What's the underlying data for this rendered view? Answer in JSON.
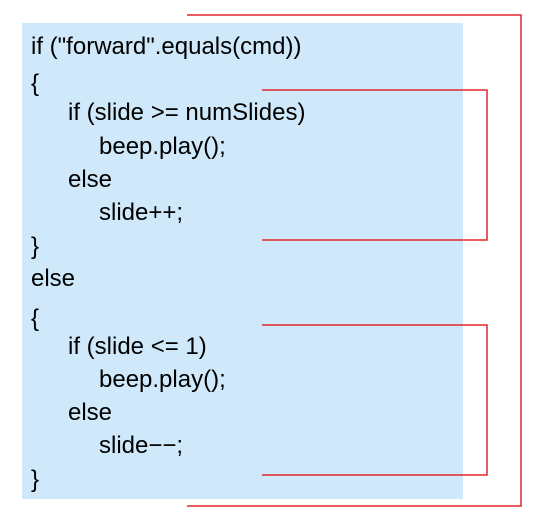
{
  "code": {
    "lines": [
      "if (\"forward\".equals(cmd))",
      "{",
      "if (slide >= numSlides)",
      "beep.play();",
      "else",
      "slide++;",
      "}",
      "else",
      "{",
      "if (slide <= 1)",
      "beep.play();",
      "else",
      "slide−−;",
      "}"
    ]
  },
  "colors": {
    "panel_background": "#cfe9fa",
    "bracket_stroke": "#e0272c",
    "text": "#000000"
  }
}
